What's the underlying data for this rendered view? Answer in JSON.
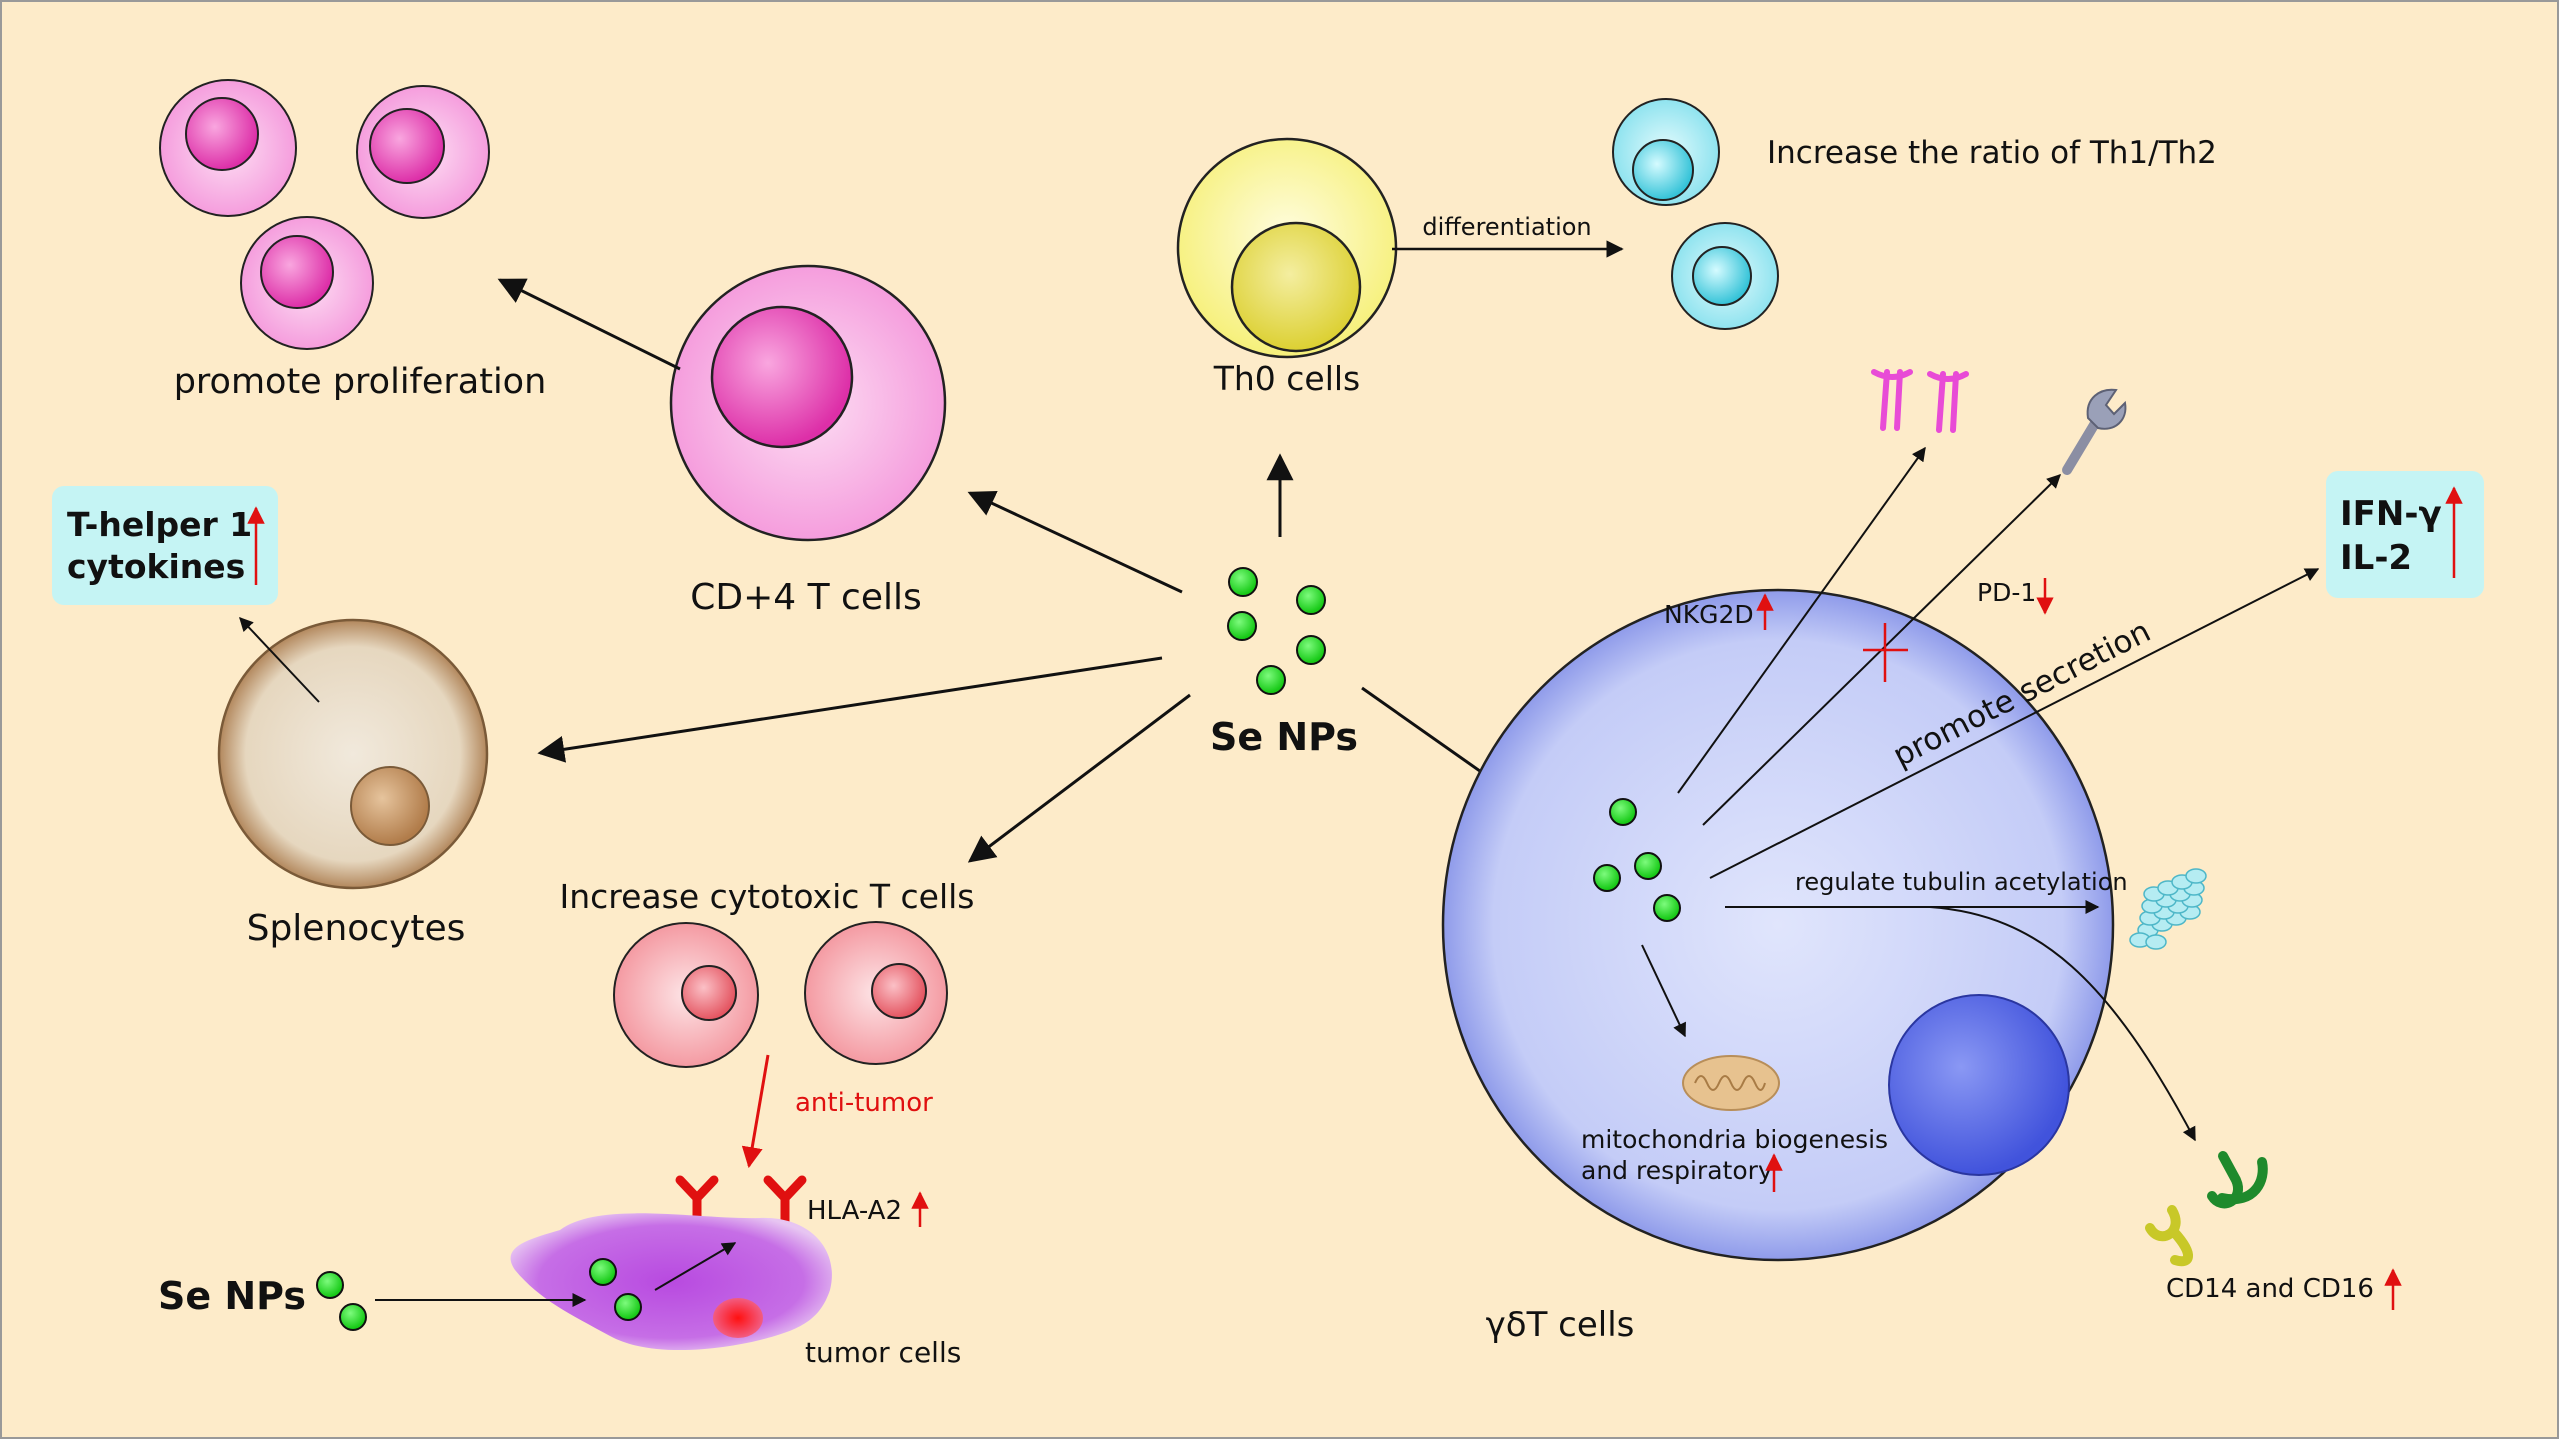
{
  "labels": {
    "promote_proliferation": "promote proliferation",
    "cd4_t_cells": "CD+4 T cells",
    "th0_cells": "Th0 cells",
    "differentiation": "differentiation",
    "increase_ratio": "Increase the ratio of Th1/Th2",
    "t_helper_line1": "T-helper 1",
    "t_helper_line2": "cytokines",
    "splenocytes": "Splenocytes",
    "se_nps_center": "Se NPs",
    "increase_cytotoxic": "Increase cytotoxic T cells",
    "anti_tumor": "anti-tumor",
    "hla_a2": "HLA-A2",
    "se_nps_bottom": "Se NPs",
    "tumor_cells": "tumor cells",
    "nkg2d": "NKG2D",
    "pd1": "PD-1",
    "promote_secretion": "promote secretion",
    "ifn_gamma": "IFN-γ",
    "il2": "IL-2",
    "regulate_tubulin": "regulate tubulin acetylation",
    "mito_line1": "mitochondria biogenesis",
    "mito_line2": "and respiratory",
    "cd14_cd16": "CD14 and CD16",
    "gamma_delta_t": "γδT cells"
  },
  "colors": {
    "background": "#fdebc9",
    "up_arrow": "#e01010",
    "down_arrow": "#e01010",
    "se_np_green": "#2de02d",
    "cytokine_box": "#c5f4f4",
    "gd_cell": "#c4ccf7"
  }
}
